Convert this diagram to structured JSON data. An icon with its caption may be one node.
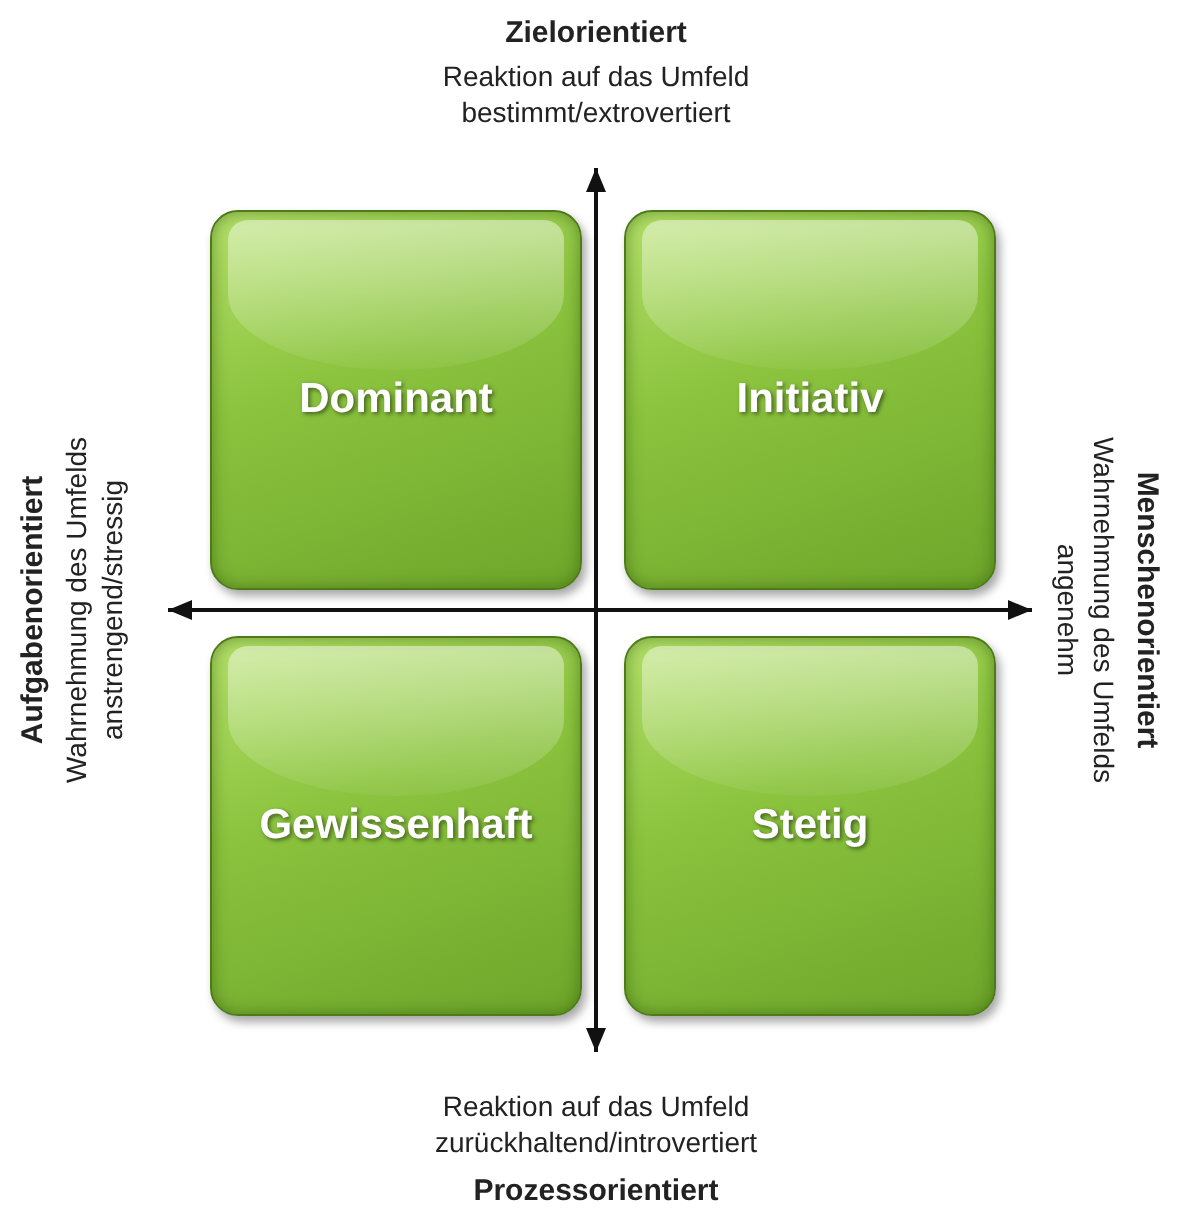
{
  "diagram": {
    "nodes": [
      {
        "text": [
          "Dominant"
        ]
      },
      {
        "text": [
          "Initiativ"
        ]
      },
      {
        "text": [
          "Gewissenhaft"
        ]
      },
      {
        "text": [
          "Stetig"
        ]
      }
    ],
    "labels": [
      "Zielorientiert",
      "Reaktion auf das Umfeld bestimmt/extrovertiert",
      "Aufgabenorientiert",
      "Wahrnehmung des Umfelds anstrengend/stressig",
      "Menschenorientiert",
      "Wahrnehmung des Umfelds angenehm",
      "Reaktion auf das Umfeld zurückhaltend/introvertiert",
      "Prozessorientiert"
    ]
  }
}
